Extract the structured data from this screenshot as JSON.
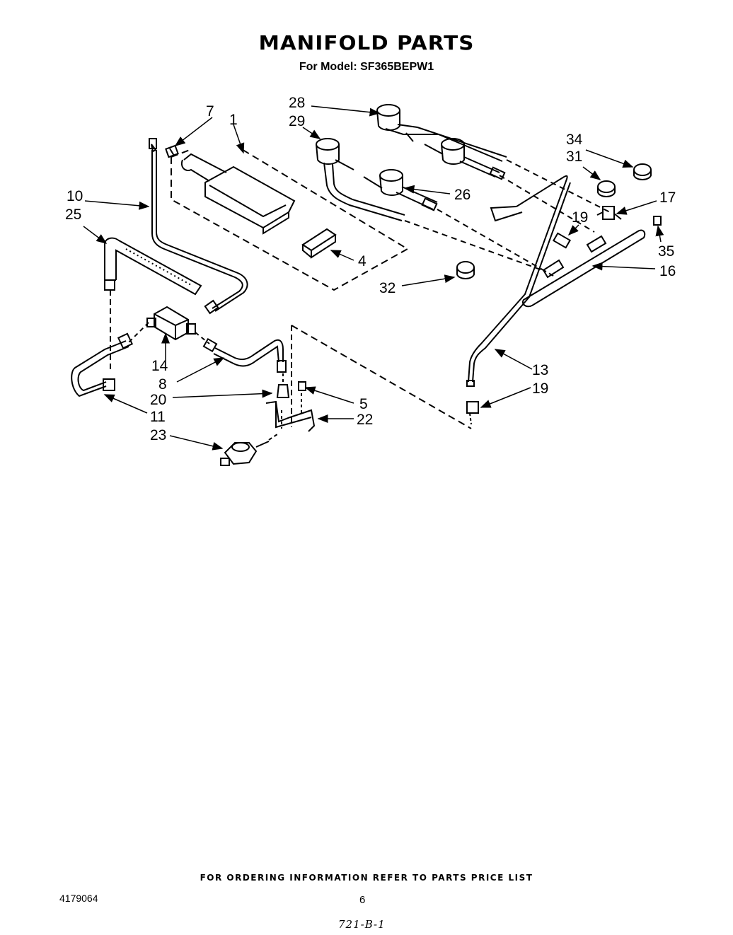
{
  "title": "MANIFOLD PARTS",
  "subtitle": "For Model: SF365BEPW1",
  "footer": "FOR ORDERING INFORMATION REFER TO PARTS PRICE LIST",
  "doc_number": "4179064",
  "page_number": "6",
  "handwritten_note": "721-B-1",
  "callouts": {
    "c1": "1",
    "c4": "4",
    "c5": "5",
    "c7": "7",
    "c8": "8",
    "c10": "10",
    "c11": "11",
    "c13": "13",
    "c14": "14",
    "c16": "16",
    "c17": "17",
    "c19a": "19",
    "c19b": "19",
    "c20": "20",
    "c22": "22",
    "c23": "23",
    "c25": "25",
    "c26": "26",
    "c28": "28",
    "c29": "29",
    "c31": "31",
    "c32": "32",
    "c34": "34",
    "c35": "35"
  }
}
